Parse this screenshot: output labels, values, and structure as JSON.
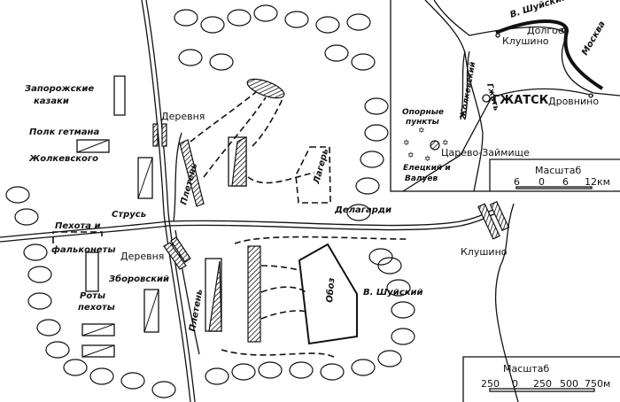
{
  "main_map": {
    "labels": {
      "zaporozh": [
        "Запорожские",
        "казаки"
      ],
      "zholk": [
        "Полк гетмана",
        "Жолкевского"
      ],
      "village_n": "Деревня",
      "village_s": "Деревня",
      "fence_n": "Плетень",
      "fence_s": "Плетень",
      "strus": "Струсь",
      "infantry_falc": [
        "Пехота и",
        "фальконеты"
      ],
      "zborovsky": "Зборовский",
      "rota": [
        "Роты",
        "пехоты"
      ],
      "camp": "Лагерь",
      "delagardi": "Делагарди",
      "oboz": "Обоз",
      "shuisky": "В. Шуйский",
      "klushino": "Клушино"
    },
    "scale": {
      "title": "Масштаб",
      "ticks": [
        "250",
        "0",
        "250",
        "500",
        "750м"
      ]
    }
  },
  "inset_map": {
    "labels": {
      "shuisky": "В. Шуйский",
      "dolgoe": "Долгое",
      "klushino": "Клушино",
      "moskva": "Москва",
      "gzhat": "Гжать",
      "zholkevsky": "Жолкевский",
      "gzhatsk": "ГЖАТСК",
      "drovnino": "Дровнино",
      "strongpoints": [
        "Опорные",
        "пункты"
      ],
      "tsarevo": "Царево-Займище",
      "eletsky": [
        "Елецкий и",
        "Валуев"
      ]
    },
    "scale": {
      "title": "Масштаб",
      "ticks": [
        "6",
        "0",
        "6",
        "12км"
      ]
    }
  }
}
